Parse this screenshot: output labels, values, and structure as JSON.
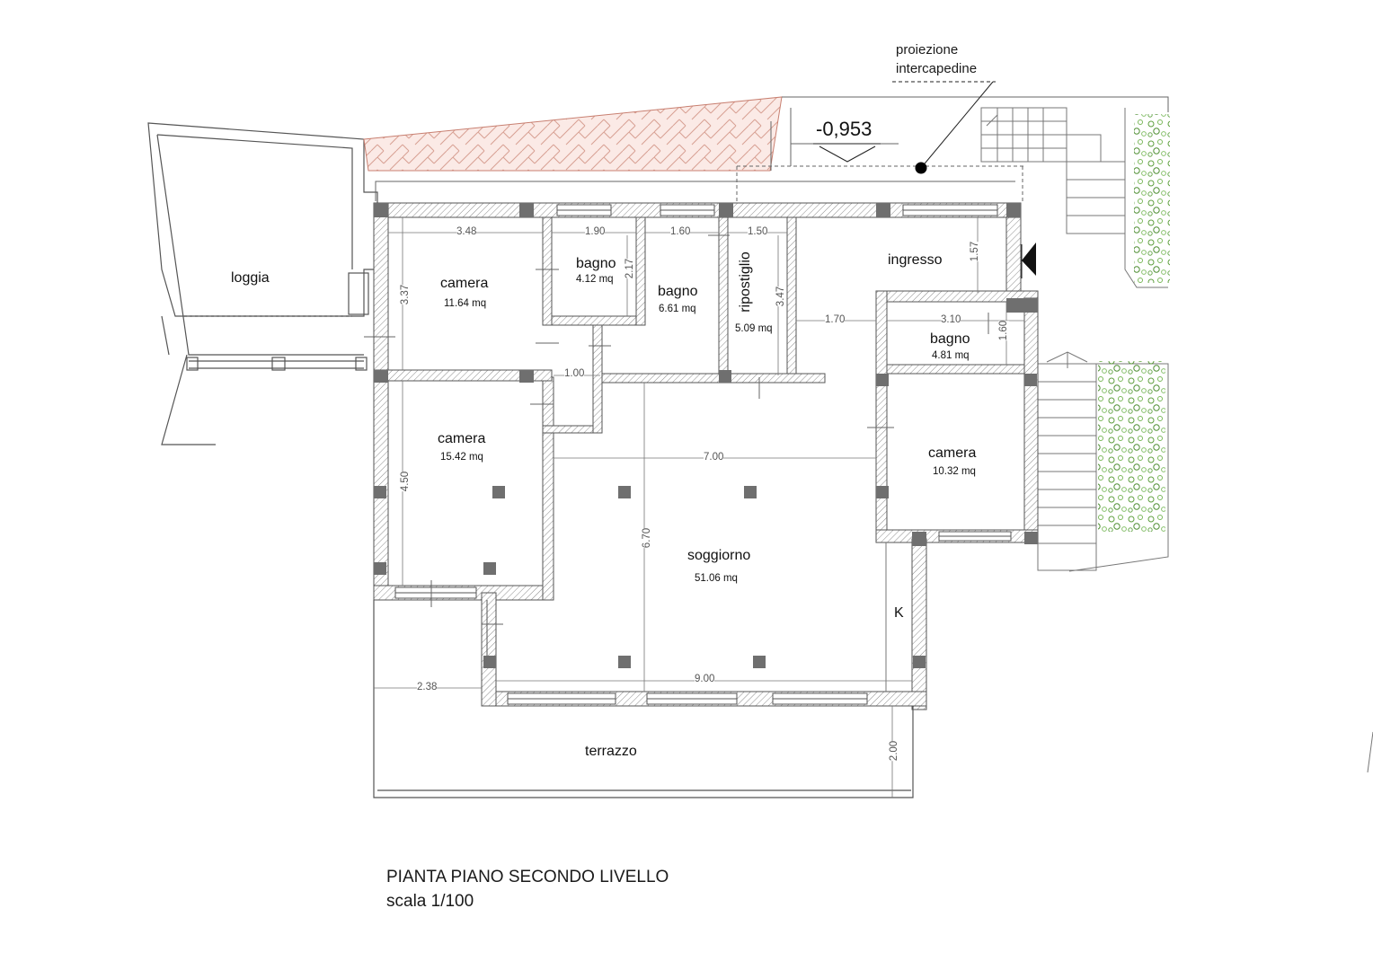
{
  "title": {
    "line1": "PIANTA PIANO SECONDO LIVELLO",
    "line2": "scala 1/100"
  },
  "annotations": {
    "level": "-0,953",
    "projection_line1": "proiezione",
    "projection_line2": "intercapedine",
    "k_label": "K"
  },
  "rooms": {
    "loggia": {
      "name": "loggia"
    },
    "camera1": {
      "name": "camera",
      "area": "11.64 mq"
    },
    "bagno1": {
      "name": "bagno",
      "area": "4.12 mq"
    },
    "bagno2": {
      "name": "bagno",
      "area": "6.61 mq"
    },
    "ripostiglio": {
      "name": "ripostiglio",
      "area": "5.09 mq"
    },
    "ingresso": {
      "name": "ingresso"
    },
    "bagno3": {
      "name": "bagno",
      "area": "4.81 mq"
    },
    "camera2": {
      "name": "camera",
      "area": "15.42 mq"
    },
    "camera3": {
      "name": "camera",
      "area": "10.32 mq"
    },
    "soggiorno": {
      "name": "soggiorno",
      "area": "51.06 mq"
    },
    "terrazzo": {
      "name": "terrazzo"
    }
  },
  "dimensions": {
    "d348": "3.48",
    "d190": "1.90",
    "d160a": "1.60",
    "d150": "1.50",
    "d157": "1.57",
    "d337": "3.37",
    "d217": "2.17",
    "d347": "3.47",
    "d170": "1.70",
    "d310": "3.10",
    "d160b": "1.60",
    "d100": "1.00",
    "d700": "7.00",
    "d450": "4.50",
    "d670": "6.70",
    "d900": "9.00",
    "d238": "2.38",
    "d200": "2.00"
  },
  "colors": {
    "wall": "#555555",
    "hatch_fill": "#f4d9d3",
    "hatch_line": "#d49a8c",
    "column": "#6f6f6f",
    "greenery": "#6aa84f"
  }
}
